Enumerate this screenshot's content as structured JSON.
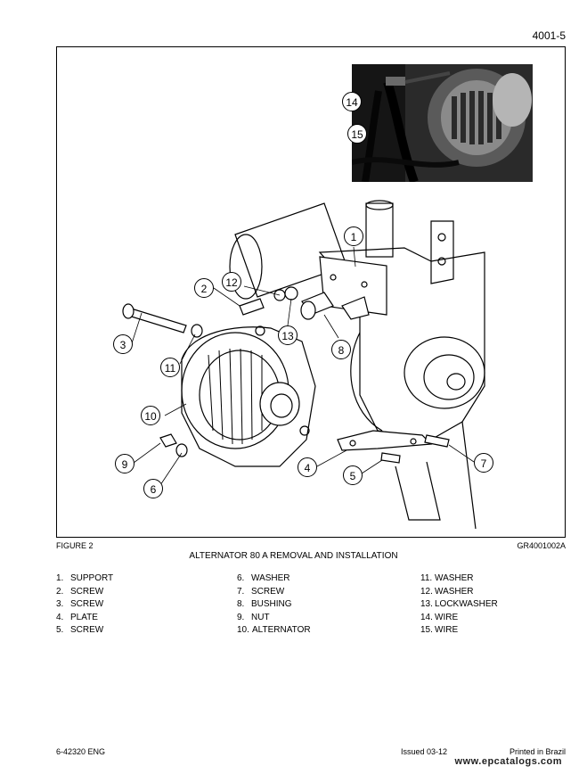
{
  "header": {
    "page_number": "4001-5"
  },
  "figure": {
    "label": "FIGURE 2",
    "code": "GR4001002A",
    "title": "ALTERNATOR 80 A REMOVAL AND INSTALLATION",
    "callouts": {
      "c1": "1",
      "c2": "2",
      "c3": "3",
      "c4": "4",
      "c5": "5",
      "c6": "6",
      "c7": "7",
      "c8": "8",
      "c9": "9",
      "c10": "10",
      "c11": "11",
      "c12": "12",
      "c13": "13",
      "c14": "14",
      "c15": "15"
    }
  },
  "legend": {
    "col1": [
      {
        "num": "1.",
        "name": "SUPPORT"
      },
      {
        "num": "2.",
        "name": "SCREW"
      },
      {
        "num": "3.",
        "name": "SCREW"
      },
      {
        "num": "4.",
        "name": "PLATE"
      },
      {
        "num": "5.",
        "name": "SCREW"
      }
    ],
    "col2": [
      {
        "num": "6.",
        "name": "WASHER"
      },
      {
        "num": "7.",
        "name": "SCREW"
      },
      {
        "num": "8.",
        "name": "BUSHING"
      },
      {
        "num": "9.",
        "name": "NUT"
      },
      {
        "num": "10.",
        "name": "ALTERNATOR"
      }
    ],
    "col3": [
      {
        "num": "11.",
        "name": "WASHER"
      },
      {
        "num": "12.",
        "name": "WASHER"
      },
      {
        "num": "13.",
        "name": "LOCKWASHER"
      },
      {
        "num": "14.",
        "name": "WIRE"
      },
      {
        "num": "15.",
        "name": "WIRE"
      }
    ]
  },
  "footer": {
    "doc_number": "6-42320 ENG",
    "issued": "Issued 03-12",
    "printed": "Printed in Brazil",
    "watermark": "www.epcatalogs.com"
  }
}
